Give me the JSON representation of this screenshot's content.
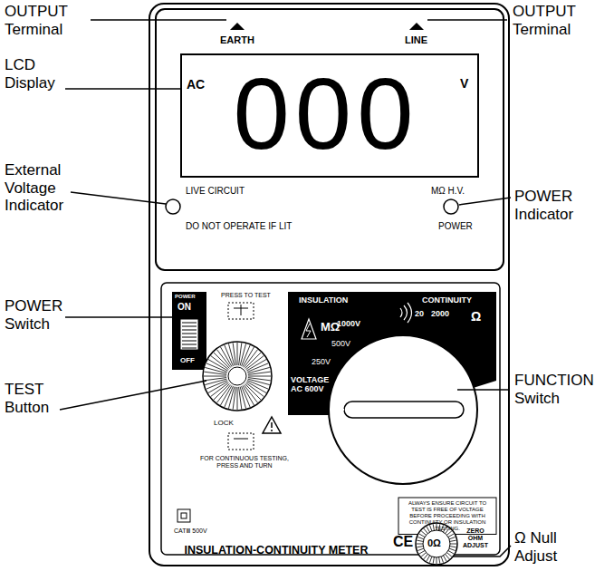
{
  "diagram": {
    "labels": [
      "OUTPUT Terminal",
      "EARTH",
      "LINE",
      "OUTPUT Terminal",
      "LCD Display",
      "AC",
      "000",
      "V",
      "External Voltage Indicator",
      "LIVE CIRCUIT",
      "DO NOT OPERATE IF LIT",
      "MΩ H.V.",
      "POWER",
      "POWER Indicator",
      "POWER Switch",
      "POWER",
      "ON",
      "OFF",
      "PRESS TO TEST",
      "INSULATION",
      "CONTINUITY",
      "MΩ",
      "1000V",
      "20",
      "2000",
      "Ω",
      "500V",
      "250V",
      "VOLTAGE AC 600V",
      "FUNCTION Switch",
      "TEST Button",
      "LOCK",
      "FOR CONTINUOUS TESTING, PRESS AND TURN",
      "ALWAYS ENSURE CIRCUIT TO TEST IS FREE OF VOLTAGE BEFORE PROCEEDING WITH CONTINUITY OR INSULATION TESTING.",
      "CATⅢ 500V",
      "CE",
      "0Ω",
      "ZERO OHM ADJUST",
      "Ω Null Adjust",
      "INSULATION-CONTINUITY METER"
    ]
  }
}
